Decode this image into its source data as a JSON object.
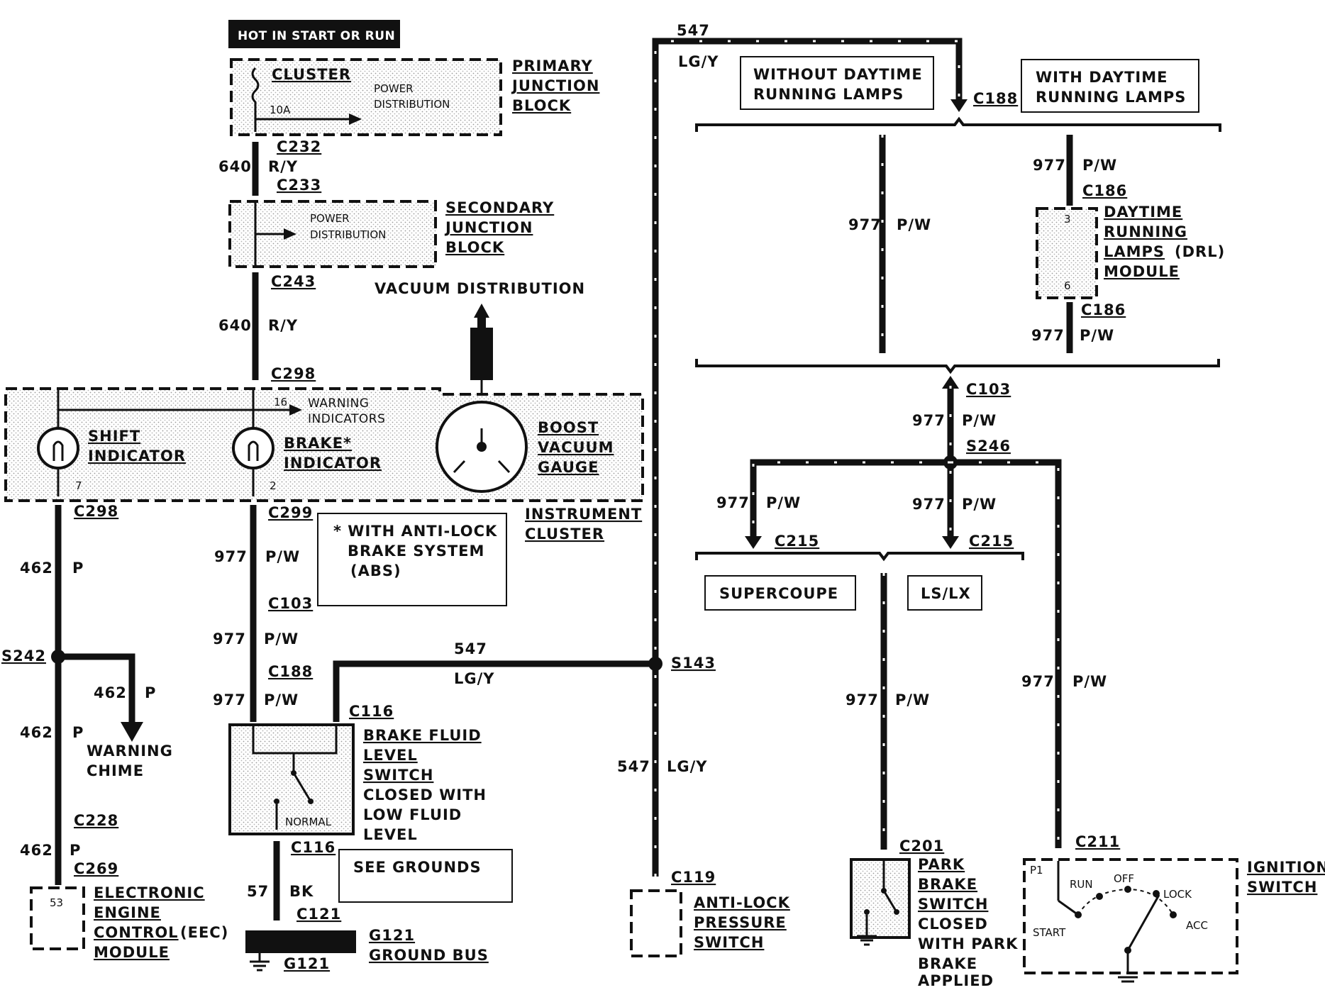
{
  "header": {
    "hot_label": "HOT IN START OR RUN"
  },
  "primary_junction_block": {
    "title_lines": [
      "PRIMARY",
      "JUNCTION",
      "BLOCK"
    ],
    "fuse_name": "CLUSTER",
    "fuse_rating": "10A",
    "power_lines": [
      "POWER",
      "DISTRIBUTION"
    ]
  },
  "secondary_junction_block": {
    "title_lines": [
      "SECONDARY",
      "JUNCTION",
      "BLOCK"
    ],
    "power_lines": [
      "POWER",
      "DISTRIBUTION"
    ]
  },
  "vacuum": {
    "label": "VACUUM DISTRIBUTION"
  },
  "instrument_cluster": {
    "title_lines": [
      "INSTRUMENT",
      "CLUSTER"
    ],
    "shift_lines": [
      "SHIFT",
      "INDICATOR"
    ],
    "brake_lines": [
      "BRAKE*",
      "INDICATOR"
    ],
    "boost_lines": [
      "BOOST",
      "VACUUM",
      "GAUGE"
    ],
    "warning_lines": [
      "WARNING",
      "INDICATORS"
    ],
    "pin_16": "16",
    "pin_7": "7",
    "pin_2": "2"
  },
  "abs_note": {
    "lines": [
      "* WITH ANTI-LOCK",
      "BRAKE SYSTEM",
      "(ABS)"
    ]
  },
  "brake_fluid_switch": {
    "title_lines": [
      "BRAKE FLUID",
      "LEVEL",
      "SWITCH"
    ],
    "desc_lines": [
      "CLOSED WITH",
      "LOW FLUID",
      "LEVEL"
    ],
    "normal": "NORMAL"
  },
  "see_grounds": "SEE GROUNDS",
  "ground_bus": {
    "name": "G121",
    "label": "GROUND BUS",
    "ground_ref": "G121"
  },
  "warning_chime": {
    "lines": [
      "WARNING",
      "CHIME"
    ]
  },
  "eec_module": {
    "lines": [
      "ELECTRONIC",
      "ENGINE",
      "CONTROL",
      "(EEC)",
      "MODULE"
    ],
    "pin": "53"
  },
  "abs_pressure_switch": {
    "lines": [
      "ANTI-LOCK",
      "PRESSURE",
      "SWITCH"
    ]
  },
  "drl": {
    "without_lines": [
      "WITHOUT DAYTIME",
      "RUNNING LAMPS"
    ],
    "with_lines": [
      "WITH DAYTIME",
      "RUNNING LAMPS"
    ],
    "module_lines": [
      "DAYTIME",
      "RUNNING",
      "LAMPS",
      "(DRL)",
      "MODULE"
    ],
    "pin_top": "3",
    "pin_bottom": "6"
  },
  "variants": {
    "supercoupe": "SUPERCOUPE",
    "lslx": "LS/LX"
  },
  "park_brake_switch": {
    "title_lines": [
      "PARK",
      "BRAKE",
      "SWITCH"
    ],
    "desc_lines": [
      "CLOSED",
      "WITH PARK",
      "BRAKE",
      "APPLIED"
    ]
  },
  "ignition_switch": {
    "title_lines": [
      "IGNITION",
      "SWITCH"
    ],
    "positions": [
      "RUN",
      "OFF",
      "LOCK",
      "ACC",
      "START"
    ],
    "pin": "P1"
  },
  "connectors": {
    "c232": "C232",
    "c233": "C233",
    "c243": "C243",
    "c298a": "C298",
    "c298b": "C298",
    "c299": "C299",
    "c103a": "C103",
    "c188a": "C188",
    "c116a": "C116",
    "c116b": "C116",
    "c121": "C121",
    "c228": "C228",
    "c269": "C269",
    "c119": "C119",
    "c188b": "C188",
    "c186a": "C186",
    "c186b": "C186",
    "c103b": "C103",
    "c215a": "C215",
    "c215b": "C215",
    "c201": "C201",
    "c211": "C211"
  },
  "splices": {
    "s242": "S242",
    "s143": "S143",
    "s246": "S246"
  },
  "circuits": {
    "c640a": "640",
    "c640b": "640",
    "c462a": "462",
    "c462b": "462",
    "c462c": "462",
    "c462d": "462",
    "c977a": "977",
    "c977b": "977",
    "c977c": "977",
    "c57": "57",
    "c547a": "547",
    "c547b": "547",
    "c547c": "547",
    "c977d": "977",
    "c977e": "977",
    "c977f": "977",
    "c977g": "977",
    "c977h": "977",
    "c977i": "977",
    "c977j": "977",
    "c977k": "977"
  },
  "colors": {
    "ry_a": "R/Y",
    "ry_b": "R/Y",
    "p_a": "P",
    "p_b": "P",
    "p_c": "P",
    "p_d": "P",
    "pw_a": "P/W",
    "pw_b": "P/W",
    "pw_c": "P/W",
    "bk": "BK",
    "lgy_a": "LG/Y",
    "lgy_b": "LG/Y",
    "lgy_c": "LG/Y",
    "pw_d": "P/W",
    "pw_e": "P/W",
    "pw_f": "P/W",
    "pw_g": "P/W",
    "pw_h": "P/W",
    "pw_i": "P/W",
    "pw_j": "P/W",
    "pw_k": "P/W"
  }
}
